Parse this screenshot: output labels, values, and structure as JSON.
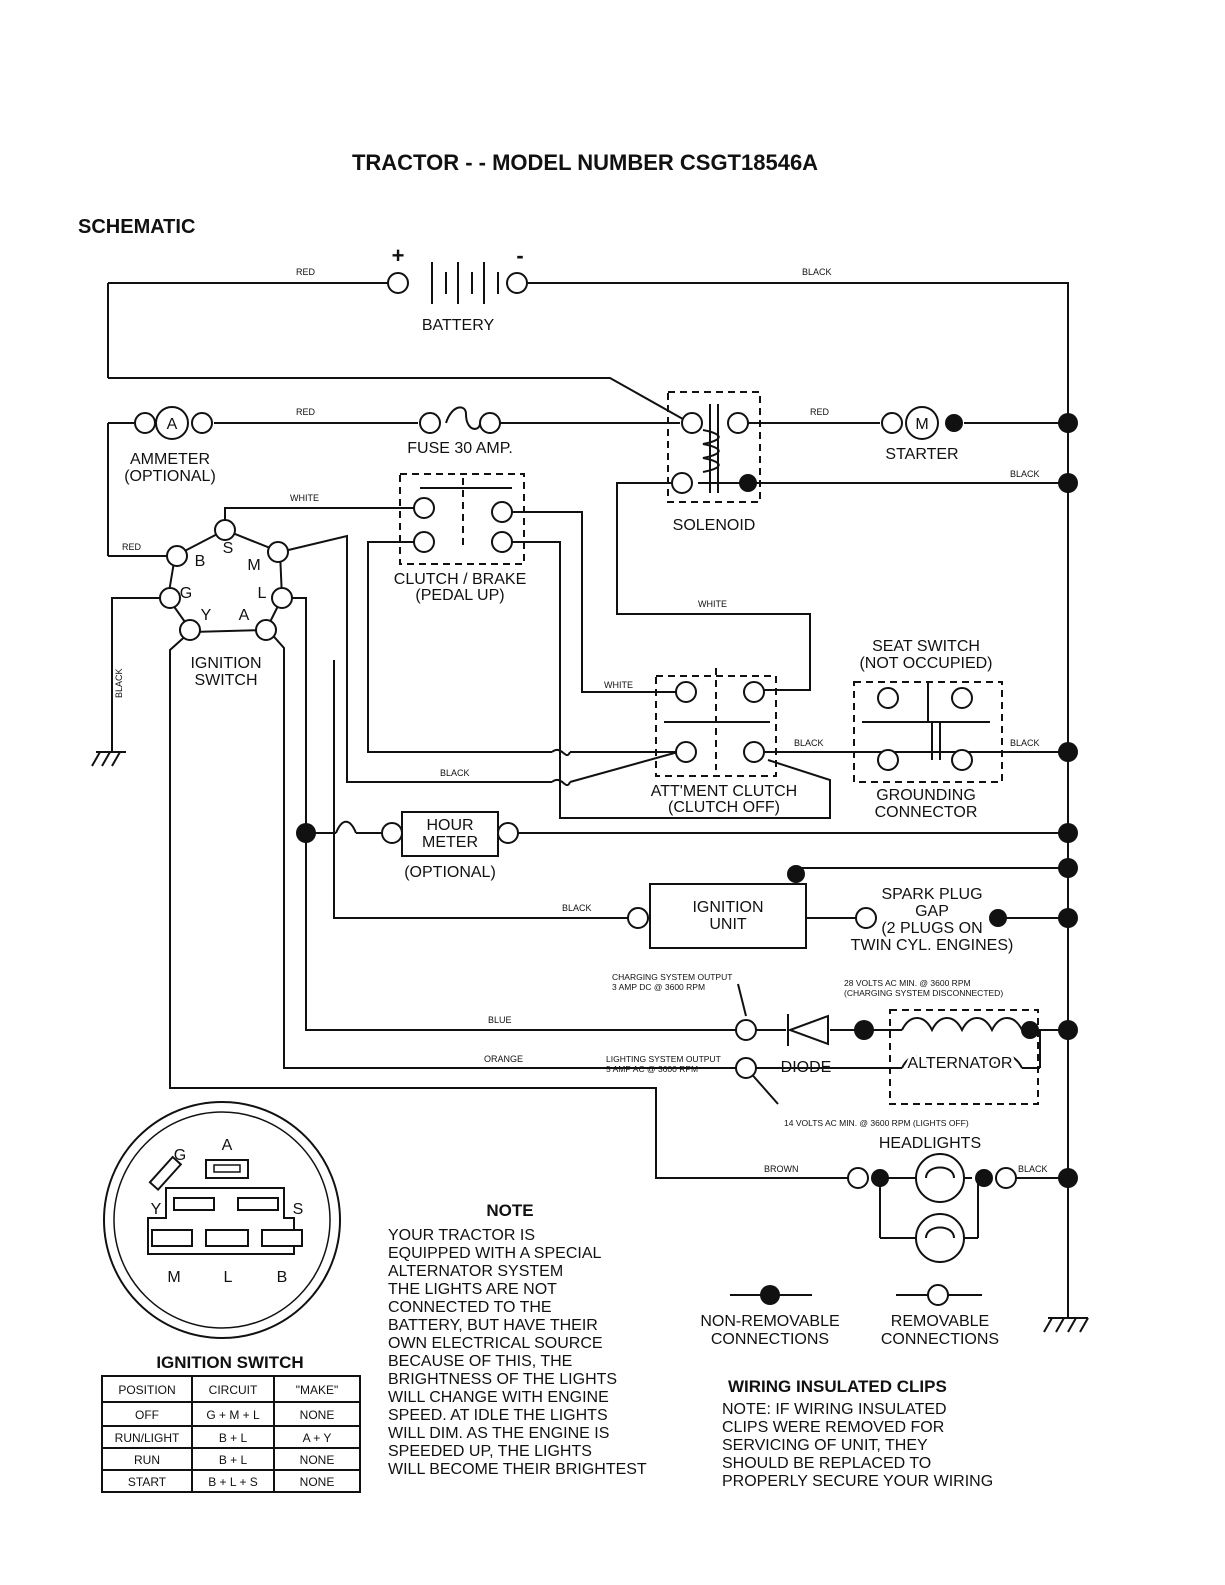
{
  "title": "TRACTOR - - MODEL NUMBER CSGT18546A",
  "section": "SCHEMATIC",
  "components": {
    "battery": "BATTERY",
    "ammeter": [
      "AMMETER",
      "(OPTIONAL)"
    ],
    "fuse": "FUSE 30 AMP.",
    "solenoid": "SOLENOID",
    "starter": "STARTER",
    "clutch_brake": [
      "CLUTCH / BRAKE",
      "(PEDAL UP)"
    ],
    "ignition_switch": [
      "IGNITION",
      "SWITCH"
    ],
    "seat_switch": [
      "SEAT SWITCH",
      "(NOT OCCUPIED)"
    ],
    "attachment_clutch": [
      "ATT'MENT CLUTCH",
      "(CLUTCH OFF)"
    ],
    "grounding_connector": [
      "GROUNDING",
      "CONNECTOR"
    ],
    "hour_meter": [
      "HOUR",
      "METER",
      "(OPTIONAL)"
    ],
    "ignition_unit": [
      "IGNITION",
      "UNIT"
    ],
    "spark_plug": [
      "SPARK PLUG",
      "GAP",
      "(2 PLUGS ON",
      "TWIN CYL. ENGINES)"
    ],
    "diode": "DIODE",
    "alternator": "ALTERNATOR",
    "headlights": "HEADLIGHTS"
  },
  "ignition_terminals": [
    "B",
    "S",
    "M",
    "G",
    "L",
    "Y",
    "A"
  ],
  "wires": {
    "red": "RED",
    "black": "BLACK",
    "white": "WHITE",
    "blue": "BLUE",
    "orange": "ORANGE",
    "brown": "BROWN"
  },
  "battery_plus": "+",
  "battery_minus": "-",
  "starter_symbol": "M",
  "ammeter_symbol": "A",
  "specs": {
    "charging": [
      "CHARGING SYSTEM OUTPUT",
      "3 AMP DC @ 3600 RPM"
    ],
    "lighting": [
      "LIGHTING SYSTEM OUTPUT",
      "5 AMP AC @ 3600 RPM"
    ],
    "ac_charging": [
      "28 VOLTS AC MIN. @ 3600 RPM",
      "(CHARGING SYSTEM DISCONNECTED)"
    ],
    "ac_lights": "14 VOLTS AC MIN. @ 3600 RPM (LIGHTS OFF)"
  },
  "switch_face": {
    "terminals": [
      "G",
      "A",
      "Y",
      "S",
      "M",
      "L",
      "B"
    ],
    "caption": "IGNITION SWITCH"
  },
  "switch_table": {
    "headers": [
      "POSITION",
      "CIRCUIT",
      "\"MAKE\""
    ],
    "rows": [
      [
        "OFF",
        "G + M + L",
        "NONE"
      ],
      [
        "RUN/LIGHT",
        "B + L",
        "A + Y"
      ],
      [
        "RUN",
        "B + L",
        "NONE"
      ],
      [
        "START",
        "B + L + S",
        "NONE"
      ]
    ]
  },
  "note": {
    "heading": "NOTE",
    "lines": [
      "YOUR TRACTOR IS",
      "EQUIPPED WITH A SPECIAL",
      "ALTERNATOR SYSTEM",
      "THE LIGHTS ARE NOT",
      "CONNECTED TO THE",
      "BATTERY, BUT HAVE THEIR",
      "OWN ELECTRICAL SOURCE",
      "BECAUSE OF THIS, THE",
      "BRIGHTNESS OF THE LIGHTS",
      "WILL CHANGE WITH ENGINE",
      "SPEED.  AT IDLE THE LIGHTS",
      "WILL DIM.  AS THE ENGINE IS",
      "SPEEDED UP, THE LIGHTS",
      "WILL BECOME THEIR BRIGHTEST"
    ]
  },
  "legend": {
    "non_removable": [
      "NON-REMOVABLE",
      "CONNECTIONS"
    ],
    "removable": [
      "REMOVABLE",
      "CONNECTIONS"
    ]
  },
  "clips": {
    "heading": "WIRING INSULATED CLIPS",
    "lines": [
      "NOTE: IF WIRING INSULATED",
      "CLIPS WERE REMOVED FOR",
      "SERVICING OF UNIT, THEY",
      "SHOULD BE REPLACED TO",
      "PROPERLY SECURE YOUR WIRING"
    ]
  }
}
